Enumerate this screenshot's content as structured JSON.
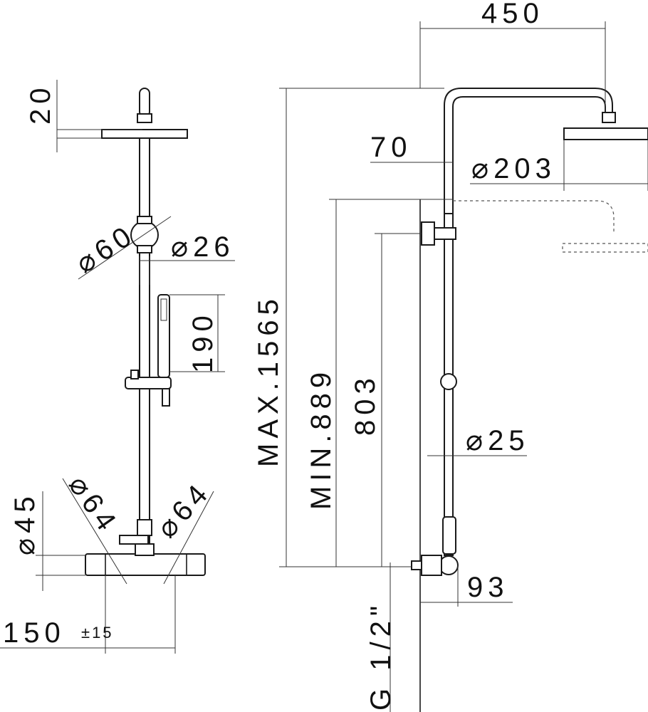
{
  "diagram": {
    "colors": {
      "line": "#1a1a1a",
      "text": "#111111",
      "background": "#ffffff"
    },
    "dimensions": {
      "width_450": "450",
      "height_20": "20",
      "offset_70": "70",
      "head_diameter": "⌀203",
      "handle_diameter": "⌀60",
      "pipe_diameter_26": "⌀26",
      "hand_shower_190": "190",
      "max_height": "MAX.1565",
      "min_height": "MIN.889",
      "height_803": "803",
      "pipe_diameter_25": "⌀25",
      "body_diameter_45": "⌀45",
      "knob_diameter_left": "⌀64",
      "knob_diameter_right": "⌀64",
      "wall_offset_93": "93",
      "centers_150": "150",
      "tolerance": "±15",
      "thread": "G 1/2\""
    }
  }
}
